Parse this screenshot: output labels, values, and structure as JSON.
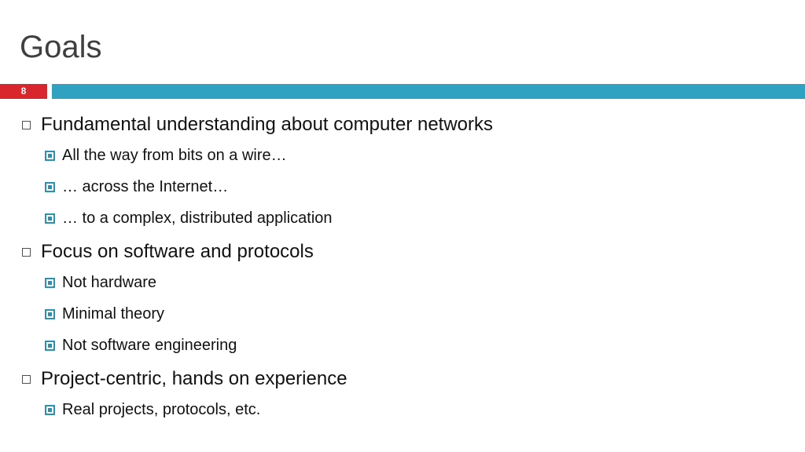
{
  "slide": {
    "title": "Goals",
    "number": "8"
  },
  "colors": {
    "accent_bar": "#2ea2c0",
    "slide_number_bg": "#d9262c",
    "sub_bullet": "#2a91b0"
  },
  "bullets": [
    {
      "text": "Fundamental understanding about computer networks",
      "subs": [
        "All the way from bits on a wire…",
        "… across the Internet…",
        "… to a complex, distributed application"
      ]
    },
    {
      "text": "Focus on software and protocols",
      "subs": [
        "Not hardware",
        "Minimal theory",
        "Not software engineering"
      ]
    },
    {
      "text": "Project-centric, hands on experience",
      "subs": [
        "Real projects, protocols, etc."
      ]
    }
  ]
}
